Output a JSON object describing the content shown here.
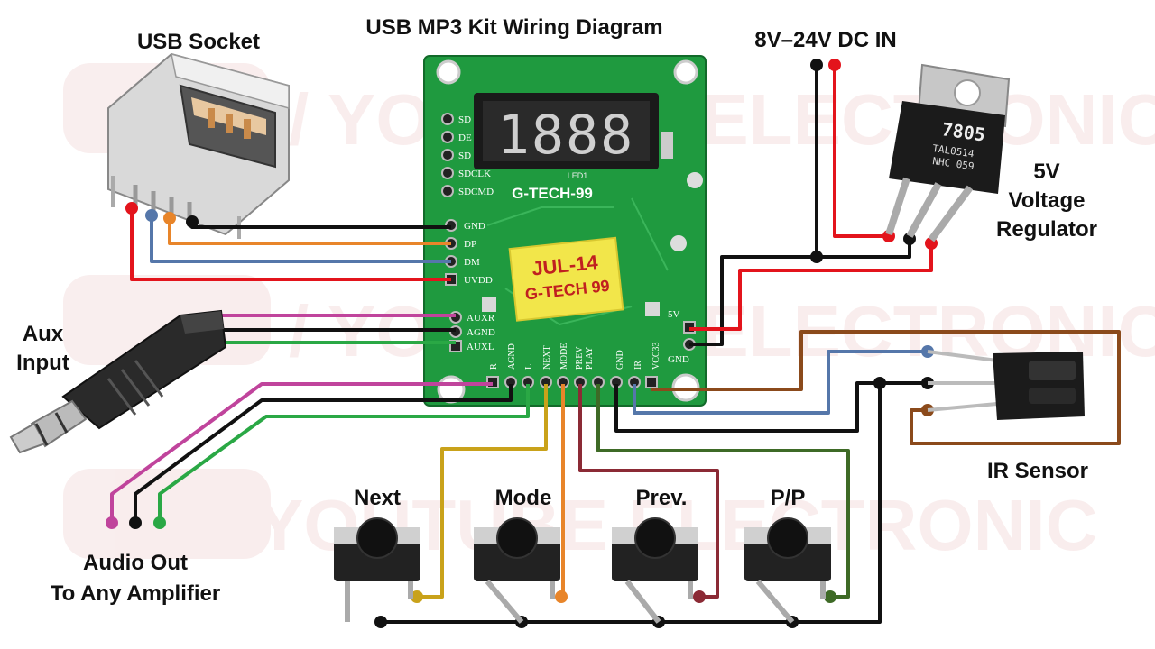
{
  "title": "USB MP3 Kit Wiring Diagram",
  "labels": {
    "usb_socket": "USB Socket",
    "dc_in": "8V–24V DC IN",
    "regulator_line1": "5V",
    "regulator_line2": "Voltage",
    "regulator_line3": "Regulator",
    "aux_line1": "Aux",
    "aux_line2": "Input",
    "audio_out_line1": "Audio Out",
    "audio_out_line2": "To Any Amplifier",
    "ir_sensor": "IR Sensor",
    "next": "Next",
    "mode": "Mode",
    "prev": "Prev.",
    "pp": "P/P"
  },
  "board": {
    "display_text": "1888",
    "display_label": "LED1",
    "brand": "G-TECH-99",
    "sticker_line1": "JUL-14",
    "sticker_line2": "G-TECH 99",
    "left_pins_top": [
      "SD",
      "DE",
      "SD",
      "SDCLK",
      "SDCMD"
    ],
    "usb_pins": [
      "GND",
      "DP",
      "DM",
      "UVDD"
    ],
    "aux_pins": [
      "AUXR",
      "AGND",
      "AUXL"
    ],
    "bottom_pins": [
      "R",
      "AGND",
      "L",
      "NEXT",
      "MODE",
      "PREV",
      "PLAY",
      "GND",
      "IR",
      "VCC33"
    ],
    "power_pins": [
      "5V",
      "GND"
    ]
  },
  "regulator": {
    "part_line1": "7805",
    "part_line2": "TAL0514",
    "part_line3": "NHC 059"
  },
  "watermark": "/ YOUTUBE ELECTRONIC",
  "colors": {
    "board_green": "#1f9a3f",
    "wire_black": "#111111",
    "wire_red": "#e3141c",
    "wire_orange": "#e8852a",
    "wire_blue": "#5577aa",
    "wire_pink": "#c0449c",
    "wire_green": "#2aa845",
    "wire_yellow": "#c9a21a",
    "wire_maroon": "#8b2a35",
    "wire_olive": "#3e6a26",
    "wire_brown": "#8b4a1b"
  }
}
